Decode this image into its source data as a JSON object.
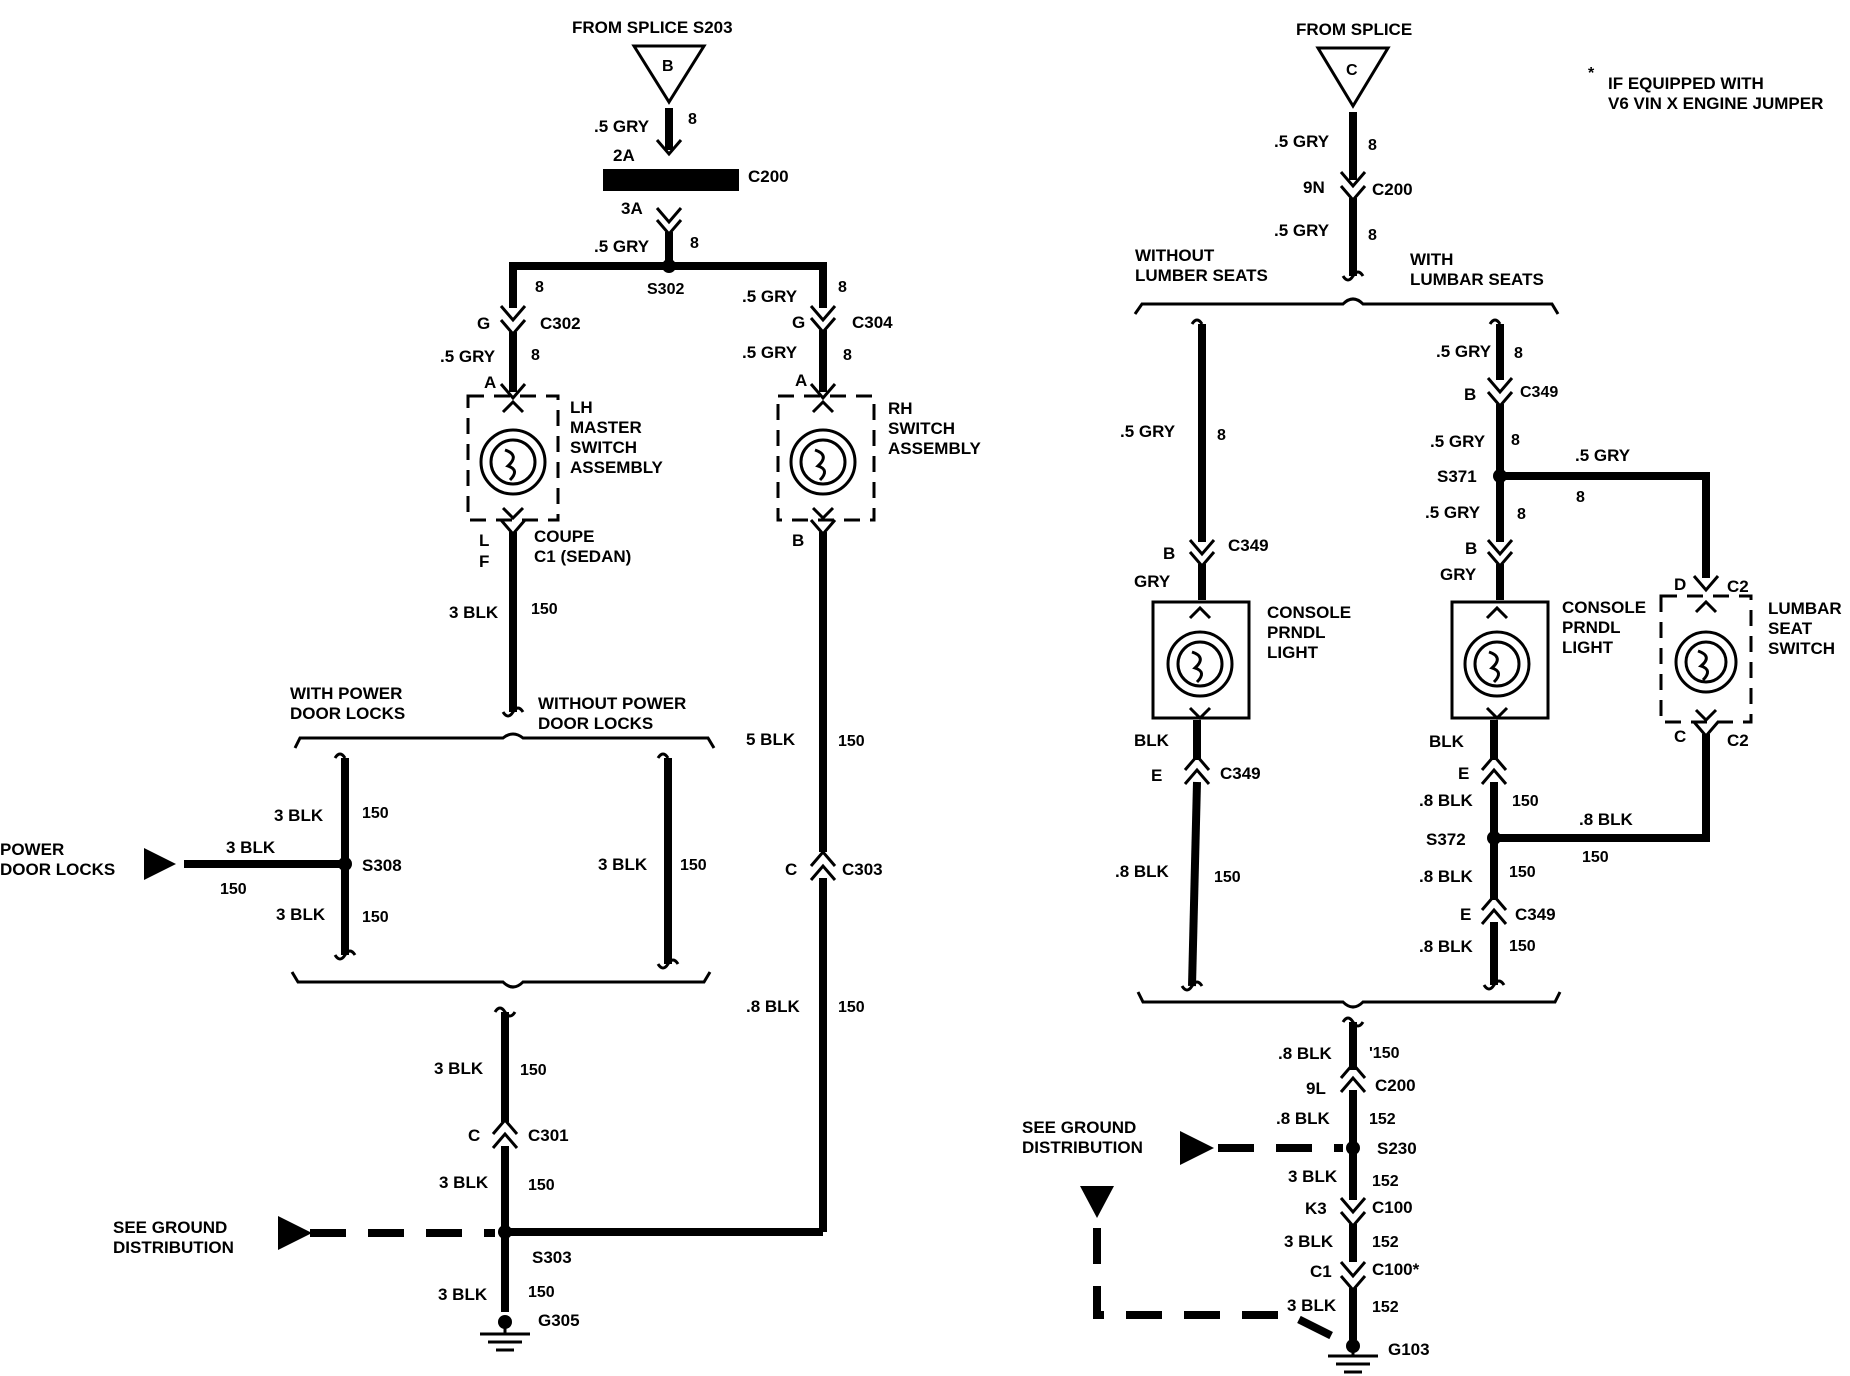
{
  "notes": {
    "equipped_line1": "IF EQUIPPED WITH",
    "equipped_line2": "V6 VIN X ENGINE JUMPER",
    "asterisk": "*"
  },
  "left": {
    "from_splice": "FROM SPLICE S203",
    "splice_letter": "B",
    "w1_gauge": ".5 GRY",
    "w1_circuit": "8",
    "c200_pin_top": "2A",
    "c200": "C200",
    "c200_pin_bot": "3A",
    "w2_gauge": ".5 GRY",
    "w2_circuit": "8",
    "s302": "S302",
    "lh_branch_circuit": "8",
    "rh_branch_gauge": ".5 GRY",
    "rh_branch_circuit": "8",
    "c302_pin": "G",
    "c302": "C302",
    "c304_pin": "G",
    "c304": "C304",
    "lh_gauge": ".5 GRY",
    "lh_circuit": "8",
    "lh_pin_a": "A",
    "rh_gauge": ".5 GRY",
    "rh_circuit": "8",
    "rh_pin_a": "A",
    "lh_switch": [
      "LH",
      "MASTER",
      "SWITCH",
      "ASSEMBLY"
    ],
    "rh_switch": [
      "RH",
      "SWITCH",
      "ASSEMBLY"
    ],
    "lh_pin_l": "L",
    "lh_pin_f": "F",
    "coupe": "COUPE",
    "sedan": "C1 (SEDAN)",
    "rh_pin_b": "B",
    "lh_down_gauge": "3 BLK",
    "lh_down_circuit": "150",
    "with_pdl": [
      "WITH POWER",
      "DOOR LOCKS"
    ],
    "without_pdl": [
      "WITHOUT POWER",
      "DOOR LOCKS"
    ],
    "rh_down_gauge": "5 BLK",
    "rh_down_circuit": "150",
    "pdl_a_gauge": "3 BLK",
    "pdl_a_circuit": "150",
    "power_door_locks": [
      "POWER",
      "DOOR LOCKS"
    ],
    "pdl_in_gauge": "3 BLK",
    "pdl_in_circuit": "150",
    "s308": "S308",
    "pdl_b_gauge": "3 BLK",
    "pdl_b_circuit": "150",
    "wo_gauge": "3 BLK",
    "wo_circuit": "150",
    "c303_pin": "C",
    "c303": "C303",
    "rh_low_gauge": ".8 BLK",
    "rh_low_circuit": "150",
    "merge_gauge": "3 BLK",
    "merge_circuit": "150",
    "c301_pin": "C",
    "c301": "C301",
    "c301_gauge": "3 BLK",
    "c301_circuit": "150",
    "see_ground": [
      "SEE GROUND",
      "DISTRIBUTION"
    ],
    "s303": "S303",
    "g305_gauge": "3 BLK",
    "g305_circuit": "150",
    "g305": "G305"
  },
  "right": {
    "from_splice": "FROM SPLICE",
    "splice_letter": "C",
    "w1_gauge": ".5 GRY",
    "w1_circuit": "8",
    "c200_pin": "9N",
    "c200": "C200",
    "w2_gauge": ".5 GRY",
    "w2_circuit": "8",
    "without_lumber": [
      "WITHOUT",
      "LUMBER SEATS"
    ],
    "with_lumbar": [
      "WITH",
      "LUMBAR SEATS"
    ],
    "wo_gauge": ".5 GRY",
    "wo_circuit": "8",
    "wo_c349_pin": "B",
    "wo_c349": "C349",
    "wo_gry": "GRY",
    "console_a": [
      "CONSOLE",
      "PRNDL",
      "LIGHT"
    ],
    "wo_blk": "BLK",
    "wo_c349b_pin": "E",
    "wo_c349b": "C349",
    "wo_low_gauge": ".8 BLK",
    "wo_low_circuit": "150",
    "w_top_gauge": ".5 GRY",
    "w_top_circuit": "8",
    "w_c349_pin": "B",
    "w_c349": "C349",
    "w_mid_gauge": ".5 GRY",
    "w_mid_circuit": "8",
    "s371": "S371",
    "lumbar_gauge": ".5 GRY",
    "lumbar_circuit": "8",
    "w_mid2_gauge": ".5 GRY",
    "w_mid2_circuit": "8",
    "w_c349b_pin": "B",
    "w_gry": "GRY",
    "console_b": [
      "CONSOLE",
      "PRNDL",
      "LIGHT"
    ],
    "lumbar_pin_d": "D",
    "lumbar_c2_top": "C2",
    "lumbar_switch": [
      "LUMBAR",
      "SEAT",
      "SWITCH"
    ],
    "lumbar_pin_c": "C",
    "lumbar_c2_bot": "C2",
    "w_blk": "BLK",
    "w_e_pin": "E",
    "w_low1_gauge": ".8 BLK",
    "w_low1_circuit": "150",
    "lumbar_ret_gauge": ".8 BLK",
    "lumbar_ret_circuit": "150",
    "s372": "S372",
    "w_low2_gauge": ".8 BLK",
    "w_low2_circuit": "150",
    "w_c349c_pin": "E",
    "w_c349c": "C349",
    "w_low3_gauge": ".8 BLK",
    "w_low3_circuit": "150",
    "merge_gauge": ".8 BLK",
    "merge_circuit": "'150",
    "c200b_pin": "9L",
    "c200b": "C200",
    "s230_gauge": ".8 BLK",
    "s230_circuit": "152",
    "see_ground": [
      "SEE GROUND",
      "DISTRIBUTION"
    ],
    "s230": "S230",
    "k3_gauge": "3 BLK",
    "k3_circuit": "152",
    "c100_pin": "K3",
    "c100": "C100",
    "c1_gauge": "3 BLK",
    "c1_circuit": "152",
    "c100b_pin": "C1",
    "c100b": "C100*",
    "g103_gauge": "3 BLK",
    "g103_circuit": "152",
    "g103": "G103"
  }
}
